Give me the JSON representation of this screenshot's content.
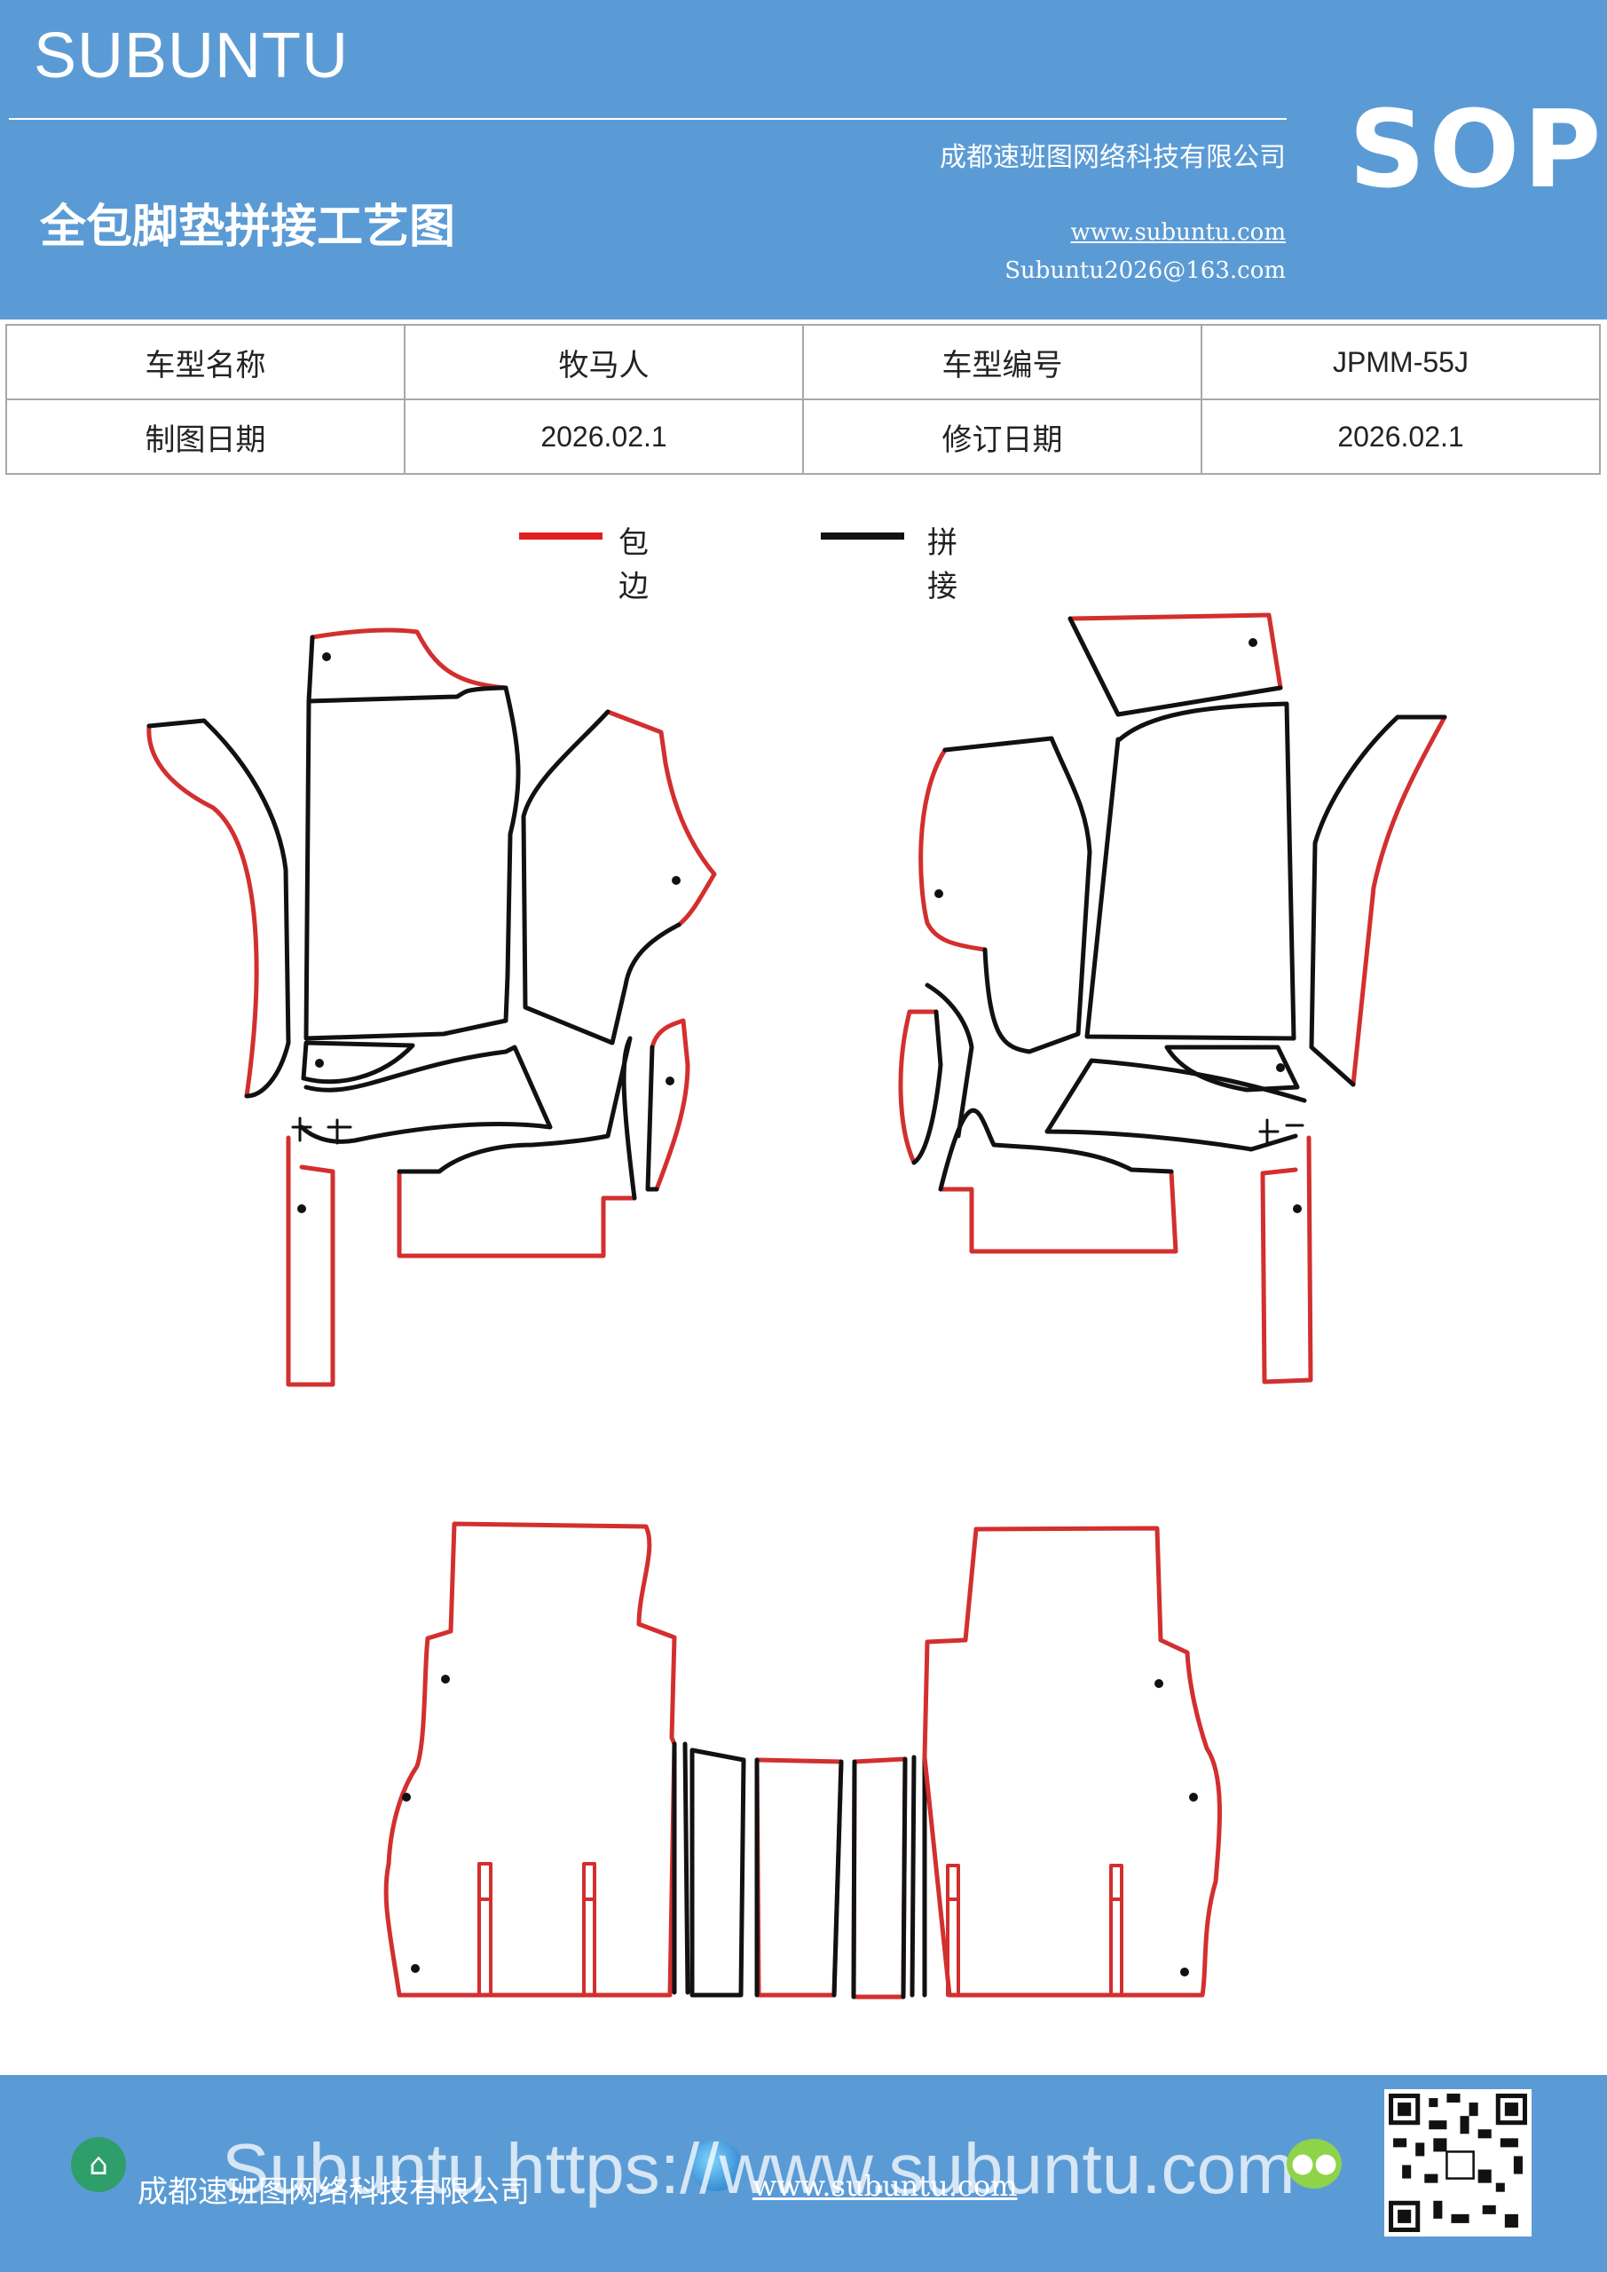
{
  "header": {
    "brand": "SUBUNTU",
    "badge": "SOP",
    "company": "成都速班图网络科技有限公司",
    "title": "全包脚垫拼接工艺图",
    "website": "www.subuntu.com",
    "email": "Subuntu2026@163.com"
  },
  "info_table": {
    "rows": [
      [
        "车型名称",
        "牧马人",
        "车型编号",
        "JPMM-55J"
      ],
      [
        "制图日期",
        "2026.02.1",
        "修订日期",
        "2026.02.1"
      ]
    ]
  },
  "legend": {
    "items": [
      {
        "label": "包边",
        "color": "#e02020"
      },
      {
        "label": "拼接",
        "color": "#111111"
      }
    ]
  },
  "colors": {
    "brand_blue": "#5b9bd5",
    "edge_red": "#d32f2f",
    "seam_black": "#111111"
  },
  "footer": {
    "company": "成都速班图网络科技有限公司",
    "website": "www.subuntu.com",
    "watermark": "Subuntu https://www.subuntu.com",
    "icons": [
      "building-icon",
      "globe-icon",
      "wechat-icon",
      "qr-code"
    ]
  }
}
